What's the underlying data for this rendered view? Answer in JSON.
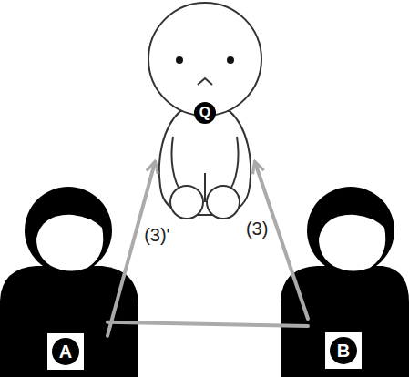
{
  "diagram": {
    "nodes": [
      {
        "text": [
          "Q"
        ]
      },
      {
        "text": [
          "A"
        ]
      },
      {
        "text": [
          "B"
        ]
      }
    ],
    "edges": [
      {
        "from": 1,
        "to": 0,
        "arrow": "to",
        "label": "(3)'"
      },
      {
        "from": 2,
        "to": 0,
        "arrow": "to",
        "label": "(3)"
      },
      {
        "from": 1,
        "to": 2,
        "arrow": "none"
      }
    ]
  }
}
